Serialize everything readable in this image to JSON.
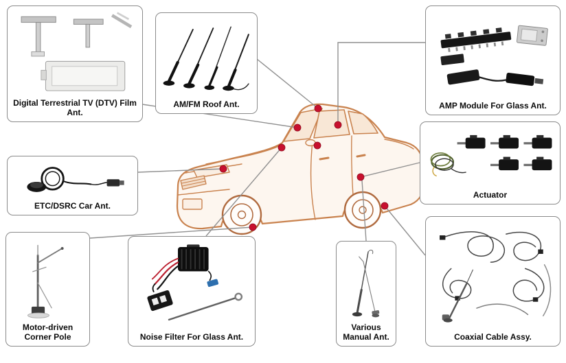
{
  "diagram": {
    "boxes": {
      "dtv": {
        "label": "Digital Terrestrial TV (DTV) Film Ant."
      },
      "amfm": {
        "label": "AM/FM Roof Ant."
      },
      "amp": {
        "label": "AMP Module For Glass Ant."
      },
      "actuator": {
        "label": "Actuator"
      },
      "etc": {
        "label": "ETC/DSRC Car Ant."
      },
      "pole": {
        "label": "Motor-driven Corner Pole"
      },
      "noise": {
        "label": "Noise Filter For Glass Ant."
      },
      "manual": {
        "label": "Various Manual Ant."
      },
      "coax": {
        "label": "Coaxial Cable Assy."
      }
    },
    "colors": {
      "marker": "#c8102e",
      "marker_edge": "#8e0b1e",
      "box_border": "#8a8a8a",
      "car_line": "#c9824e",
      "connector": "#909090"
    }
  }
}
